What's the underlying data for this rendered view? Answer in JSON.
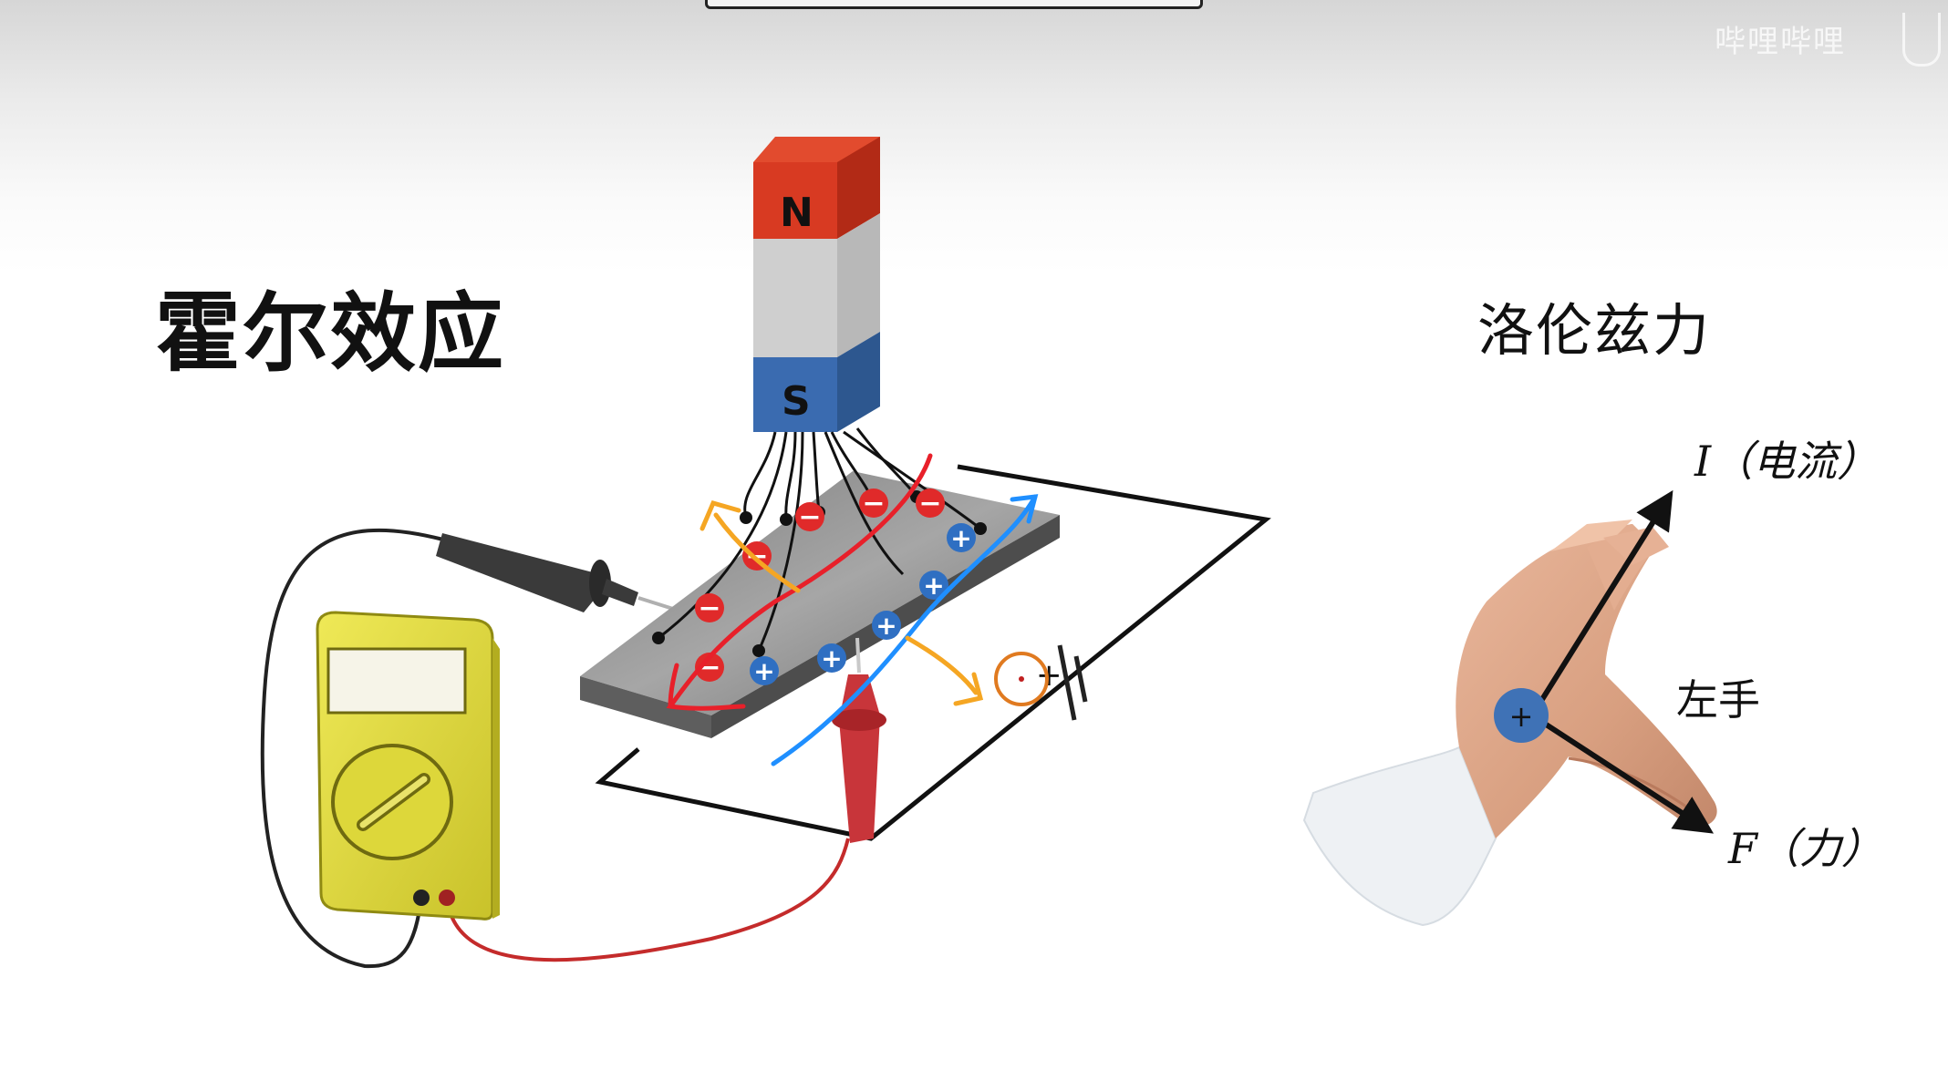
{
  "title": "霍尔效应",
  "lorentz": {
    "title": "洛伦兹力",
    "current_label": "I（电流）",
    "force_label": "F（力）",
    "hand_label": "左手",
    "charge_sign": "+"
  },
  "magnet": {
    "north": "N",
    "south": "S"
  },
  "charges": {
    "negative_sign": "−",
    "positive_sign": "+"
  },
  "battery": {
    "positive_sign": "+"
  },
  "corner_mark": "哔哩哔哩",
  "colors": {
    "magnet_north": "#d83a22",
    "magnet_middle": "#cfcfcf",
    "magnet_south": "#3a6bb0",
    "negative_charge": "#e02a2a",
    "positive_charge": "#2f6fc2",
    "annotation_red": "#e8202a",
    "annotation_blue": "#1f8fff",
    "annotation_orange": "#f5a623",
    "multimeter_body": "#e5df3c",
    "probe_red": "#c8353a",
    "probe_black": "#333333",
    "plate": "#8c8c8c"
  }
}
